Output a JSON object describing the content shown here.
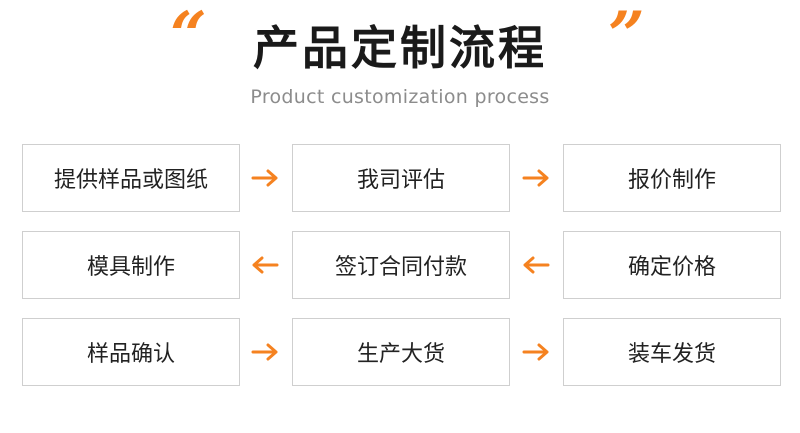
{
  "header": {
    "title": "产品定制流程",
    "subtitle": "Product customization process",
    "quote_open": "“",
    "quote_close": "”"
  },
  "colors": {
    "accent": "#f58220",
    "title": "#1a1a1a",
    "subtitle": "#8c8c8c",
    "box_border": "#cfcfcf"
  },
  "steps": [
    {
      "label": "提供样品或图纸"
    },
    {
      "label": "我司评估"
    },
    {
      "label": "报价制作"
    },
    {
      "label": "确定价格"
    },
    {
      "label": "签订合同付款"
    },
    {
      "label": "模具制作"
    },
    {
      "label": "样品确认"
    },
    {
      "label": "生产大货"
    },
    {
      "label": "装车发货"
    }
  ],
  "arrows": [
    {
      "direction": "right"
    },
    {
      "direction": "right"
    },
    {
      "direction": "left"
    },
    {
      "direction": "left"
    },
    {
      "direction": "right"
    },
    {
      "direction": "right"
    }
  ]
}
